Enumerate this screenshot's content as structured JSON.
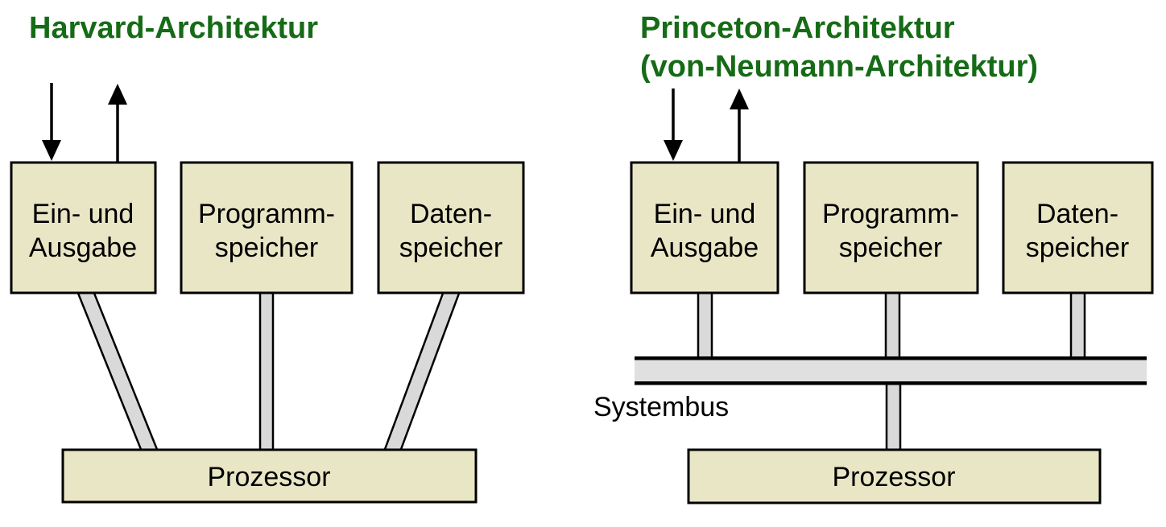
{
  "colors": {
    "title_color": "#166b16",
    "box_fill": "#e8e6c5",
    "connector_fill": "#d9d9d9",
    "bus_fill": "#e0e0e0",
    "outline": "#000000",
    "text_color": "#000000",
    "background": "#ffffff"
  },
  "left_diagram": {
    "title": "Harvard-Architektur",
    "boxes": {
      "io": {
        "line1": "Ein- und",
        "line2": "Ausgabe"
      },
      "program": {
        "line1": "Programm-",
        "line2": "speicher"
      },
      "data": {
        "line1": "Daten-",
        "line2": "speicher"
      },
      "processor": {
        "label": "Prozessor"
      }
    }
  },
  "right_diagram": {
    "title_line1": "Princeton-Architektur",
    "title_line2": "(von-Neumann-Architektur)",
    "bus_label": "Systembus",
    "boxes": {
      "io": {
        "line1": "Ein- und",
        "line2": "Ausgabe"
      },
      "program": {
        "line1": "Programm-",
        "line2": "speicher"
      },
      "data": {
        "line1": "Daten-",
        "line2": "speicher"
      },
      "processor": {
        "label": "Prozessor"
      }
    }
  }
}
